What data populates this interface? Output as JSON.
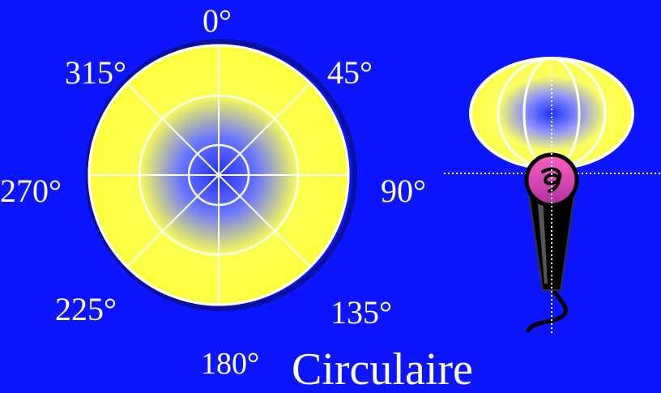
{
  "title": "Circulaire",
  "angles": {
    "a0": "0°",
    "a45": "45°",
    "a90": "90°",
    "a135": "135°",
    "a180": "180°",
    "a225": "225°",
    "a270": "270°",
    "a315": "315°"
  },
  "colors": {
    "background": "#0b16ff",
    "pattern_edge": "#ffff40",
    "pattern_center": "#2030ff",
    "grid": "#ffffff",
    "mic_head": "#e040c0",
    "mic_body": "#000000"
  },
  "pattern": {
    "type": "omnidirectional",
    "rings": 3,
    "spokes": 8
  }
}
